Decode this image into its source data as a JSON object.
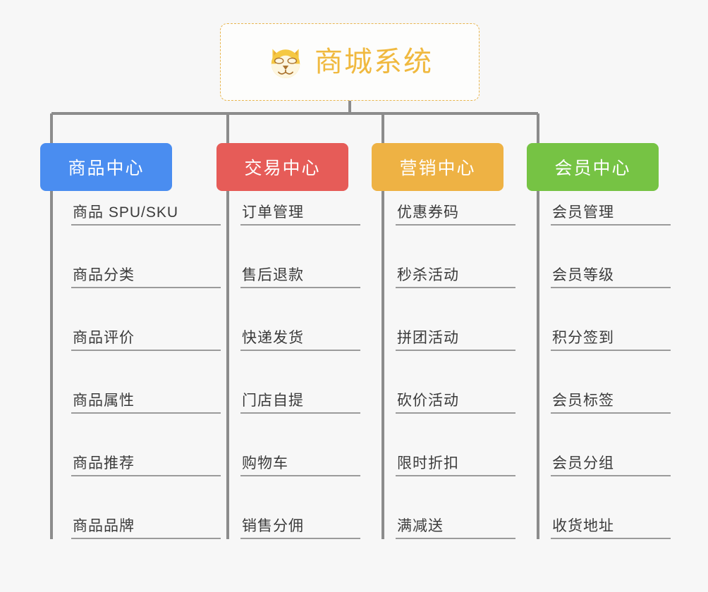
{
  "diagram": {
    "type": "mind-map",
    "title": "商城系统",
    "background_color": "#f7f7f7",
    "root": {
      "label": "商城系统",
      "icon": "shiba-inu-dog-face-emoji",
      "text_color": "#f0b93f",
      "border_color": "#e8b54e",
      "background_color": "#fdfdfc"
    },
    "connector_color": "#8c8c8c",
    "leaf_text_color": "#3b3b3b",
    "leaf_underline_color": "#9b9b9b",
    "branches": [
      {
        "label": "商品中心",
        "color": "#4a8df0",
        "items": [
          "商品 SPU/SKU",
          "商品分类",
          "商品评价",
          "商品属性",
          "商品推荐",
          "商品品牌"
        ]
      },
      {
        "label": "交易中心",
        "color": "#e65c58",
        "items": [
          "订单管理",
          "售后退款",
          "快递发货",
          "门店自提",
          "购物车",
          "销售分佣"
        ]
      },
      {
        "label": "营销中心",
        "color": "#eeb244",
        "items": [
          "优惠券码",
          "秒杀活动",
          "拼团活动",
          "砍价活动",
          "限时折扣",
          "满减送"
        ]
      },
      {
        "label": "会员中心",
        "color": "#76c344",
        "items": [
          "会员管理",
          "会员等级",
          "积分签到",
          "会员标签",
          "会员分组",
          "收货地址"
        ]
      }
    ]
  }
}
